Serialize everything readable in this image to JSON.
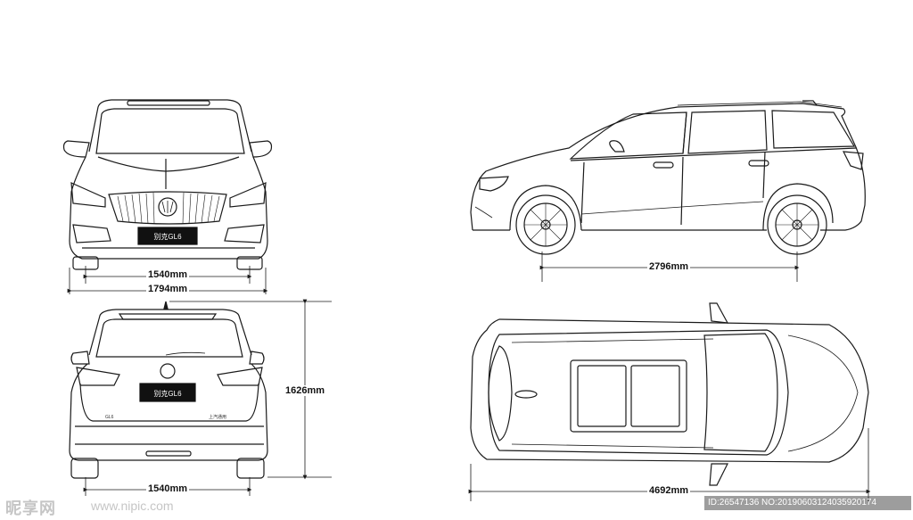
{
  "views": {
    "front": {
      "plate": "别克GL6",
      "dims": {
        "track": "1540mm",
        "width": "1794mm"
      }
    },
    "side": {
      "dims": {
        "wheelbase": "2796mm"
      }
    },
    "rear": {
      "plate": "别克GL6",
      "badge_model": "GL6 ",
      "badge_brand": "上汽通用",
      "dims": {
        "height": "1626mm",
        "track": "1540mm"
      }
    },
    "top": {
      "dims": {
        "length": "4692mm"
      }
    }
  },
  "watermark": {
    "logo": "昵享网",
    "site": "www.nipic.com",
    "id_text": "ID:26547136 NO:20190603124035920174"
  },
  "colors": {
    "line": "#1a1a1a",
    "plate": "#111111"
  }
}
